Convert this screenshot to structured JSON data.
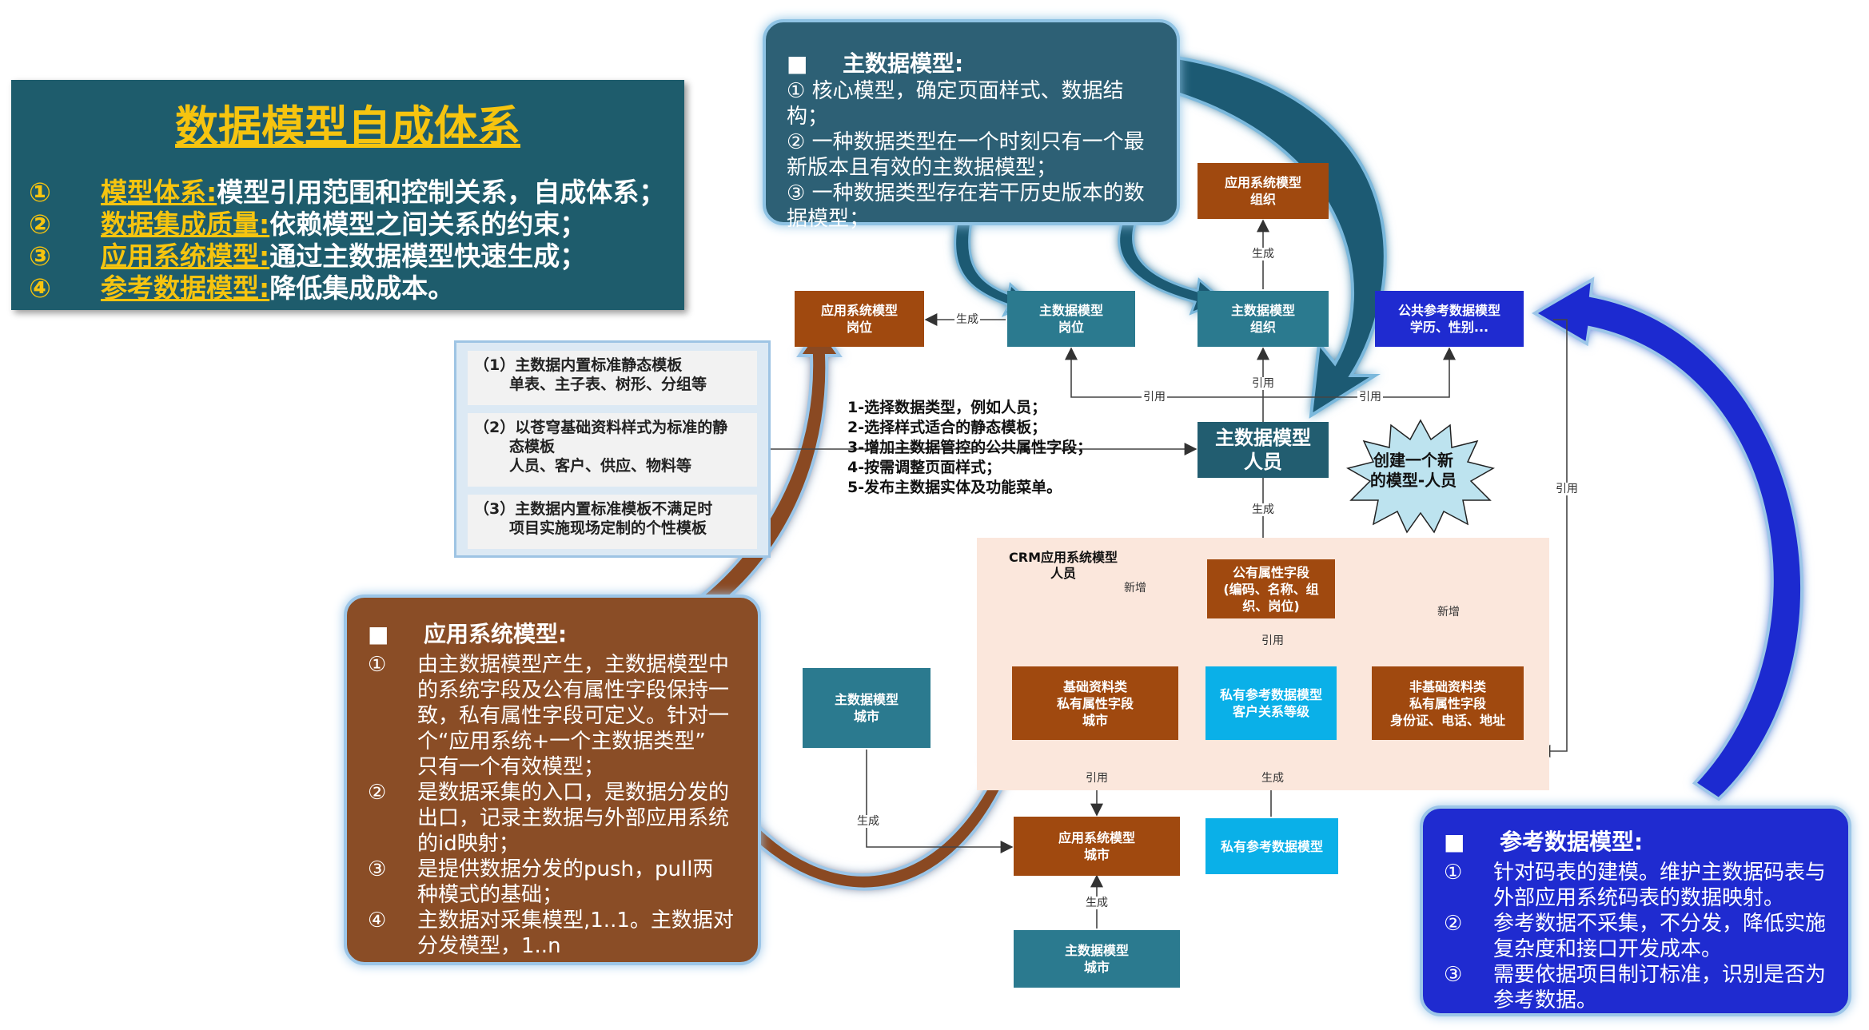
{
  "title_box": {
    "title": "数据模型自成体系",
    "items": [
      {
        "num": "①",
        "key": "模型体系:",
        "text": "模型引用范围和控制关系，自成体系；"
      },
      {
        "num": "②",
        "key": "数据集成质量:",
        "text": "依赖模型之间关系的约束；"
      },
      {
        "num": "③",
        "key": "应用系统模型:",
        "text": "通过主数据模型快速生成；"
      },
      {
        "num": "④",
        "key": "参考数据模型:",
        "text": "降低集成成本。"
      }
    ]
  },
  "master_panel": {
    "bullet": "■",
    "heading": "主数据模型:",
    "lines": [
      "① 核心模型，确定页面样式、数据结构；",
      "② 一种数据类型在一个时刻只有一个最",
      "新版本且有效的主数据模型；",
      "③ 一种数据类型存在若干历史版本的数",
      "据模型；"
    ]
  },
  "app_panel": {
    "bullet": "■",
    "heading": "应用系统模型:",
    "items": [
      {
        "num": "①",
        "lines": [
          "由主数据模型产生，主数据模型中",
          "的系统字段及公有属性字段保持一",
          "致，私有属性字段可定义。针对一",
          "个“应用系统+一个主数据类型”",
          "只有一个有效模型；"
        ]
      },
      {
        "num": "②",
        "lines": [
          "是数据采集的入口，是数据分发的",
          "出口，记录主数据与外部应用系统",
          "的id映射；"
        ]
      },
      {
        "num": "③",
        "lines": [
          "是提供数据分发的push，pull两",
          "种模式的基础；"
        ]
      },
      {
        "num": "④",
        "lines": [
          "主数据对采集模型,1..1。主数据对",
          "分发模型，1..n"
        ]
      }
    ]
  },
  "ref_panel": {
    "bullet": "■",
    "heading": "参考数据模型:",
    "items": [
      {
        "num": "①",
        "lines": [
          "针对码表的建模。维护主数据码表与",
          "外部应用系统码表的数据映射。"
        ]
      },
      {
        "num": "②",
        "lines": [
          "参考数据不采集，不分发，降低实施",
          "复杂度和接口开发成本。"
        ]
      },
      {
        "num": "③",
        "lines": [
          "需要依据项目制订标准，识别是否为",
          "参考数据。"
        ]
      }
    ]
  },
  "templates": [
    {
      "num": "（1）",
      "lines": [
        "主数据内置标准静态模板",
        "单表、主子表、树形、分组等"
      ]
    },
    {
      "num": "（2）",
      "lines": [
        "以苍穹基础资料样式为标准的静",
        "态模板",
        "人员、客户、供应、物料等"
      ]
    },
    {
      "num": "（3）",
      "lines": [
        "主数据内置标准模板不满足时",
        "项目实施现场定制的个性模板"
      ]
    }
  ],
  "steps": [
    "1-选择数据类型，例如人员；",
    "2-选择样式适合的静态模板；",
    "3-增加主数据管控的公共属性字段；",
    "4-按需调整页面样式；",
    "5-发布主数据实体及功能菜单。"
  ],
  "burst": {
    "lines": [
      "创建一个新",
      "的模型-人员"
    ]
  },
  "crm_label": {
    "lines": [
      "CRM应用系统模型",
      "人员"
    ]
  },
  "nodes": {
    "app_org": {
      "lines": [
        "应用系统模型",
        "组织"
      ]
    },
    "app_post": {
      "lines": [
        "应用系统模型",
        "岗位"
      ]
    },
    "md_post": {
      "lines": [
        "主数据模型",
        "岗位"
      ]
    },
    "md_org": {
      "lines": [
        "主数据模型",
        "组织"
      ]
    },
    "pub_ref": {
      "lines": [
        "公共参考数据模型",
        "学历、性别..."
      ]
    },
    "md_person": {
      "lines": [
        "主数据模型",
        "人员"
      ]
    },
    "pub_attr": {
      "lines": [
        "公有属性字段",
        "(编码、名称、组",
        "织、岗位)"
      ]
    },
    "basic": {
      "lines": [
        "基础资料类",
        "私有属性字段",
        "城市"
      ]
    },
    "priv_ref_cust": {
      "lines": [
        "私有参考数据模型",
        "客户关系等级"
      ]
    },
    "nonbasic": {
      "lines": [
        "非基础资料类",
        "私有属性字段",
        "身份证、电话、地址"
      ]
    },
    "md_city_left": {
      "lines": [
        "主数据模型",
        "城市"
      ]
    },
    "app_city": {
      "lines": [
        "应用系统模型",
        "城市"
      ]
    },
    "priv_ref": {
      "lines": [
        "私有参考数据模型"
      ]
    },
    "md_city_bottom": {
      "lines": [
        "主数据模型",
        "城市"
      ]
    }
  },
  "edge_labels": {
    "gen1": "生成",
    "gen2": "生成",
    "ref1": "引用",
    "ref2": "引用",
    "ref3": "引用",
    "ref4": "引用",
    "gen3": "生成",
    "add1": "新增",
    "add2": "新增",
    "ref5": "引用",
    "ref6": "引用",
    "gen4": "生成",
    "gen5": "生成",
    "gen6": "生成"
  },
  "colors": {
    "orange": "#a0490f",
    "teal": "#2b7a8f",
    "dark_teal": "#225d70",
    "blue": "#1f2bd0",
    "cyan": "#0ab0e8",
    "gold": "#f6c40f"
  }
}
